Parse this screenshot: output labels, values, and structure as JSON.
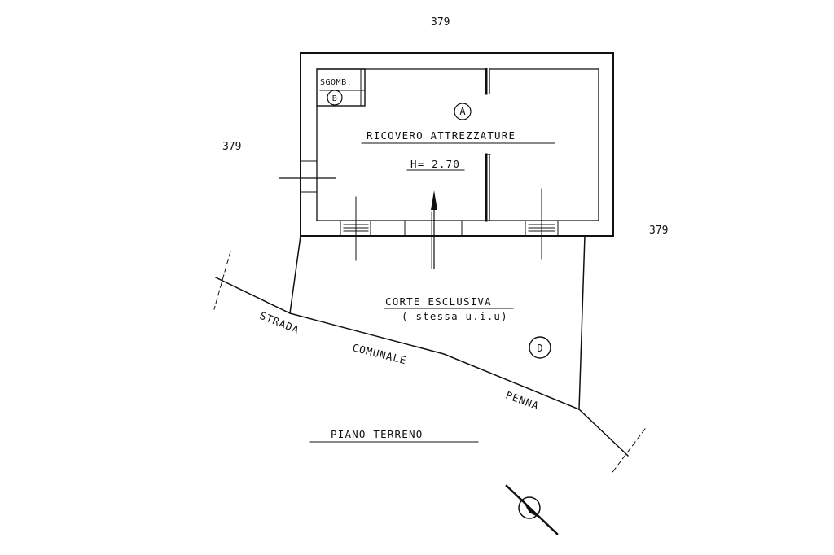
{
  "parcel_numbers": {
    "top": "379",
    "left": "379",
    "right": "379"
  },
  "rooms": {
    "storage": {
      "circle_label": "A",
      "name": "RICOVERO ATTREZZATURE",
      "height": "H= 2.70"
    },
    "closet": {
      "name": "SGOMB.",
      "circle_label": "B"
    },
    "courtyard": {
      "name": "CORTE ESCLUSIVA",
      "note": "( stessa u.i.u)",
      "circle_label": "D"
    }
  },
  "road": {
    "word1": "STRADA",
    "word2": "COMUNALE",
    "word3": "PENNA"
  },
  "floor_title": "PIANO TERRENO",
  "colors": {
    "ink": "#111111",
    "background": "#ffffff"
  },
  "icons": {
    "north": "north-arrow-icon",
    "entrance": "entrance-arrow-icon"
  }
}
